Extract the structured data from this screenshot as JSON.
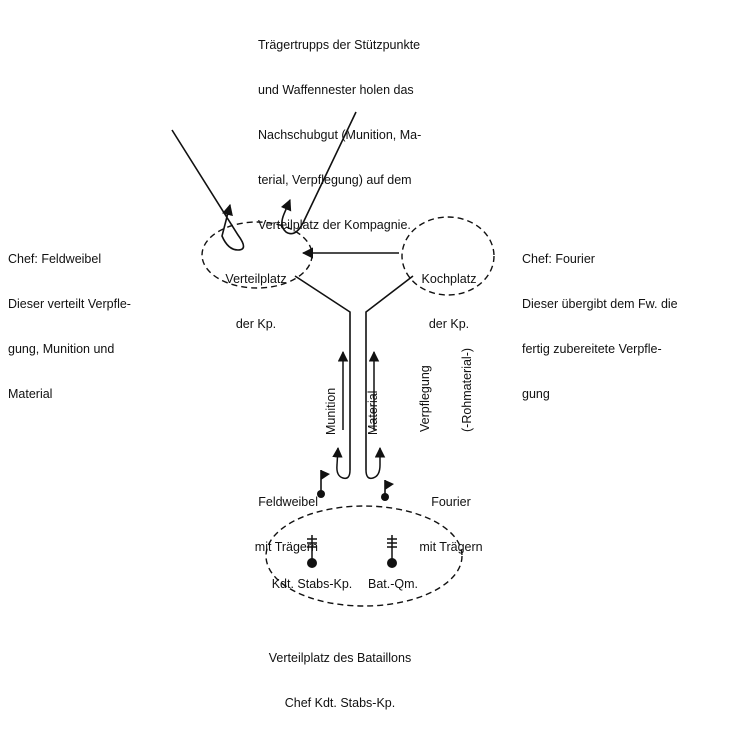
{
  "top_note": {
    "lines": [
      "Trägertrupps der Stützpunkte",
      "und Waffennester holen das",
      "Nachschubgut (Munition, Ma-",
      "terial, Verpflegung) auf dem",
      "Verteilplatz der Kompagnie."
    ]
  },
  "left_note": {
    "chef": "Chef: Feldweibel",
    "lines": [
      "Dieser verteilt Verpfle-",
      "gung, Munition und",
      "Material"
    ]
  },
  "right_note": {
    "chef": "Chef: Fourier",
    "lines": [
      "Dieser übergibt dem Fw. die",
      "fertig zubereitete Verpfle-",
      "gung"
    ]
  },
  "verteilplatz_kp": {
    "line1": "Verteilplatz",
    "line2": "der Kp."
  },
  "kochplatz_kp": {
    "line1": "Kochplatz",
    "line2": "der Kp."
  },
  "left_route": {
    "line1": "Munition",
    "line2": "Material"
  },
  "right_route": {
    "line1": "Verpflegung",
    "line2": "(-Rohmaterial-)"
  },
  "feldweibel": {
    "line1": "Feldweibel",
    "line2": "mit Trägern"
  },
  "fourier": {
    "line1": "Fourier",
    "line2": "mit Trägern"
  },
  "kdt": {
    "label": "Kdt. Stabs-Kp."
  },
  "batqm": {
    "label": "Bat.-Qm."
  },
  "bottom_caption": {
    "line1": "Verteilplatz des Bataillons",
    "line2": "Chef Kdt. Stabs-Kp."
  }
}
